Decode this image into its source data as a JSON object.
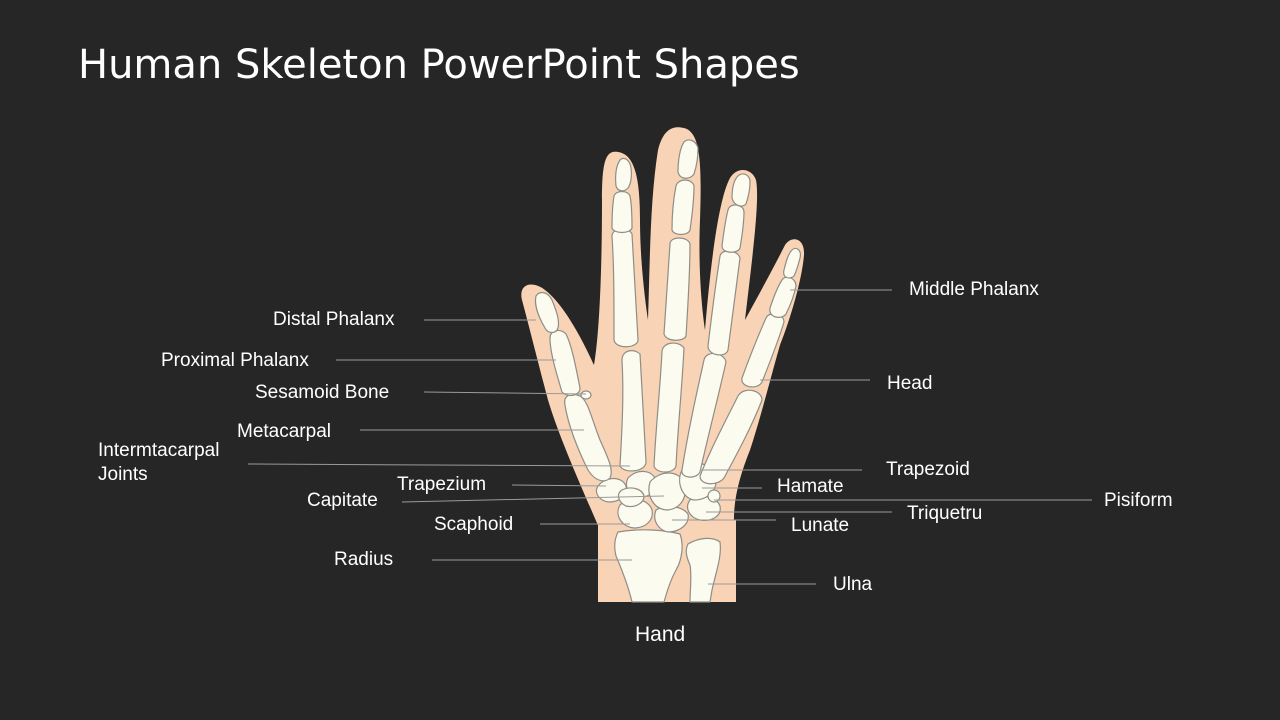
{
  "slide": {
    "title": "Human Skeleton PowerPoint Shapes",
    "caption": "Hand"
  },
  "labels": {
    "distal_phalanx": "Distal Phalanx",
    "proximal_phalanx": "Proximal Phalanx",
    "sesamoid_bone": "Sesamoid Bone",
    "metacarpal": "Metacarpal",
    "intermetacarpal_line1": "Intermtacarpal",
    "intermetacarpal_line2": "Joints",
    "trapezium": "Trapezium",
    "capitate": "Capitate",
    "scaphoid": "Scaphoid",
    "radius": "Radius",
    "middle_phalanx": "Middle Phalanx",
    "head": "Head",
    "trapezoid": "Trapezoid",
    "hamate": "Hamate",
    "pisiform": "Pisiform",
    "triquetru": "Triquetru",
    "lunate": "Lunate",
    "ulna": "Ulna"
  },
  "colors": {
    "background": "#262626",
    "skin": "#F9D3B5",
    "bone": "#FBFBEF",
    "bone_outline": "#8E8E86",
    "leader_line": "#9A9A9A",
    "text": "#FFFFFF"
  }
}
